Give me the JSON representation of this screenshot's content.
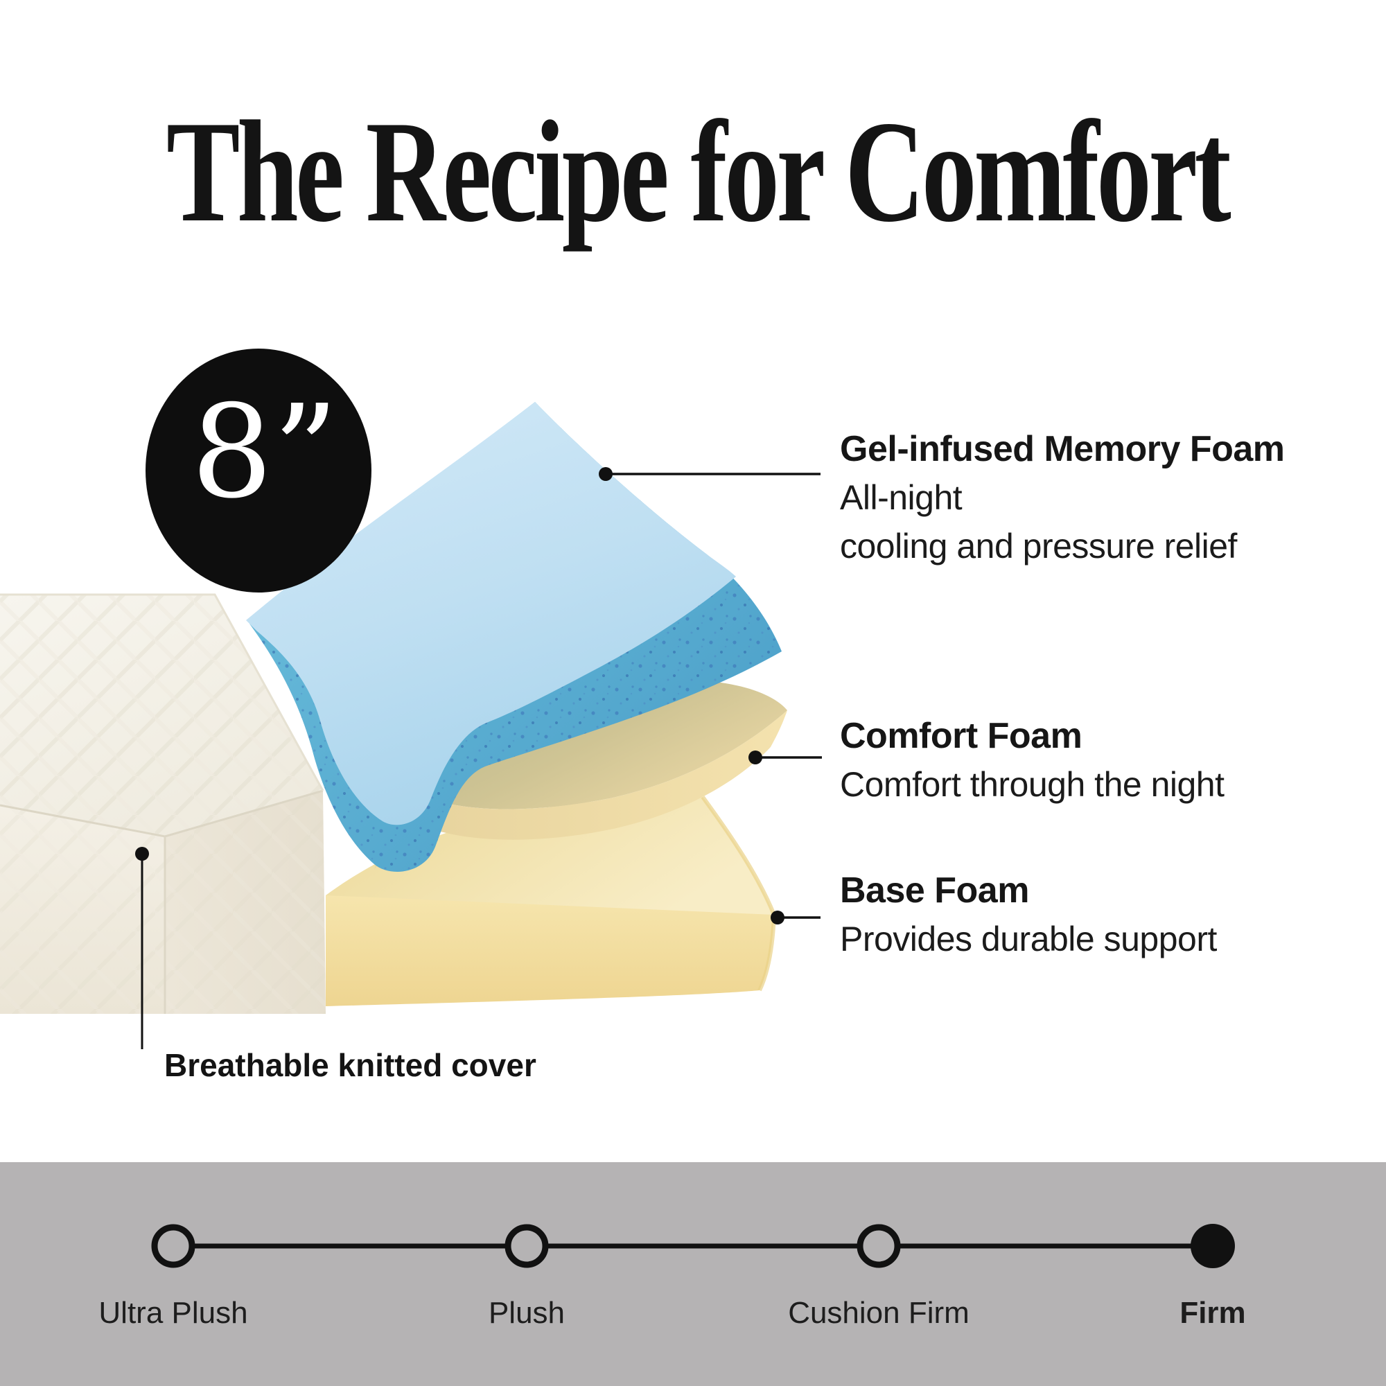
{
  "title": {
    "text": "The Recipe for Comfort",
    "color": "#141414"
  },
  "thickness_badge": {
    "value": "8”",
    "circle_color": "#0e0e0e",
    "text_color": "#ffffff"
  },
  "annotations": {
    "gel": {
      "title": "Gel-infused Memory Foam",
      "lines": [
        "All-night",
        "cooling and pressure relief"
      ]
    },
    "comfort": {
      "title": "Comfort Foam",
      "lines": [
        "Comfort through the night"
      ]
    },
    "base": {
      "title": "Base Foam",
      "lines": [
        "Provides durable support"
      ]
    },
    "cover": {
      "title": "Breathable knitted cover"
    }
  },
  "diagram": {
    "layer_colors": {
      "gel_top": "#c3e1f2",
      "gel_edge": "#55abcd",
      "comfort_foam": "#eedcab",
      "comfort_shadow": "#bdbb8d",
      "base_front": "#f3dfa2",
      "base_top": "#f6e9bf",
      "knitted_cover": "#f4f1e8"
    }
  },
  "firmness_scale": {
    "background": "#b5b3b4",
    "selected": "Firm",
    "options": [
      {
        "label": "Ultra Plush",
        "selected": false
      },
      {
        "label": "Plush",
        "selected": false
      },
      {
        "label": "Cushion Firm",
        "selected": false
      },
      {
        "label": "Firm",
        "selected": true
      }
    ]
  }
}
